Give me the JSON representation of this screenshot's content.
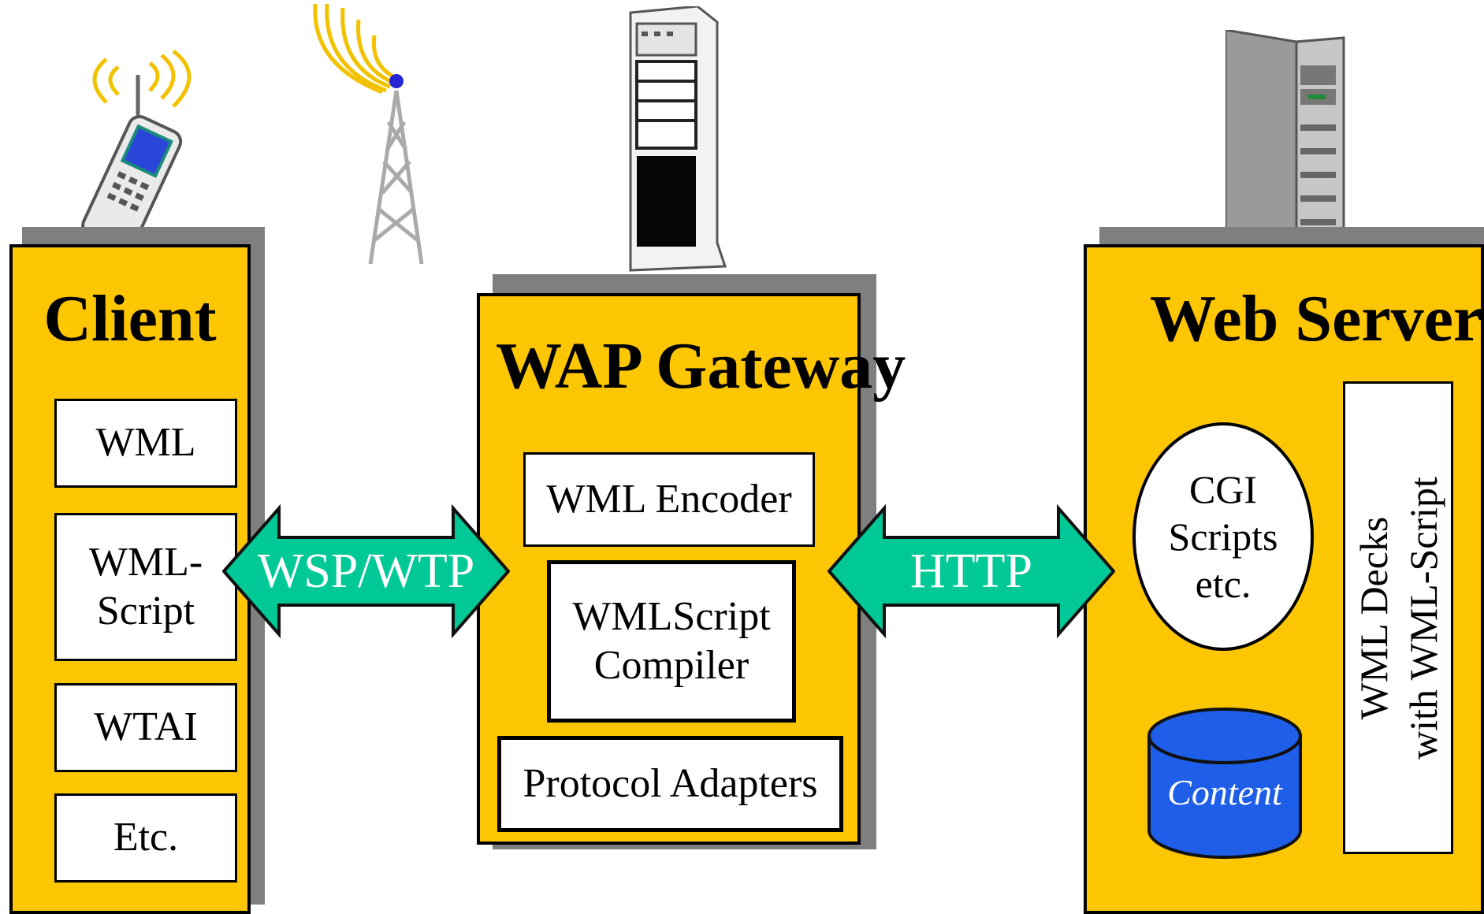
{
  "client": {
    "title": "Client",
    "items": [
      "WML",
      "WML-\nScript",
      "WTAI",
      "Etc."
    ]
  },
  "gateway": {
    "title": "WAP Gateway",
    "items": [
      "WML Encoder",
      "WMLScript\nCompiler",
      "Protocol Adapters"
    ]
  },
  "server": {
    "title": "Web Server",
    "cgi": "CGI\nScripts\netc.",
    "content": "Content",
    "decks": "WML Decks\nwith WML-Script"
  },
  "links": {
    "client_gateway": "WSP/WTP",
    "gateway_server": "HTTP"
  },
  "colors": {
    "panel": "#fdc603",
    "arrow": "#00c896",
    "content_db": "#1e5ee8"
  },
  "icons": [
    "mobile-phone-icon",
    "antenna-tower-icon",
    "gateway-server-icon",
    "web-server-icon"
  ]
}
